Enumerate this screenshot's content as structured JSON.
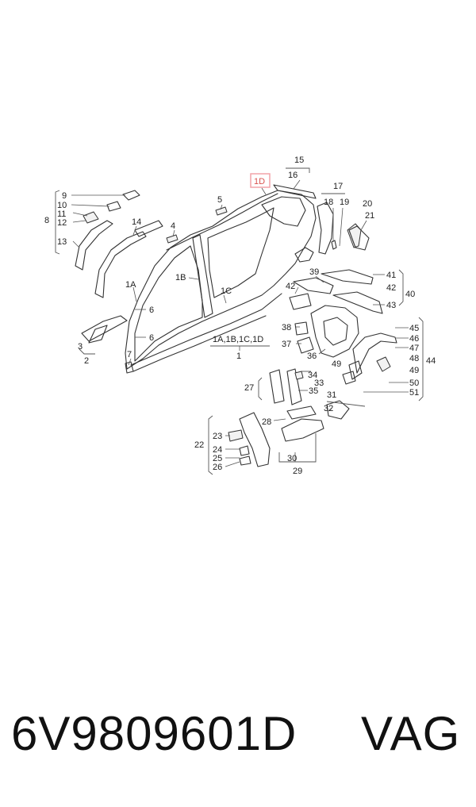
{
  "colors": {
    "highlight": "#f2a3a8",
    "ink": "#222222"
  },
  "callouts": [
    "15",
    "16",
    "1D",
    "17",
    "18",
    "19",
    "20",
    "21",
    "9",
    "10",
    "11",
    "12",
    "8",
    "13",
    "14",
    "4",
    "5",
    "1A",
    "1B",
    "1C",
    "6",
    "6",
    "3",
    "2",
    "7",
    "1A,1B,1C,1D",
    "1",
    "39",
    "41",
    "42",
    "40",
    "43",
    "42",
    "38",
    "37",
    "36",
    "45",
    "46",
    "47",
    "48",
    "44",
    "49",
    "49",
    "50",
    "51",
    "34",
    "33",
    "35",
    "27",
    "31",
    "32",
    "28",
    "23",
    "22",
    "24",
    "25",
    "26",
    "30",
    "29"
  ],
  "footer": {
    "part_number": "6V9809601D",
    "brand": "VAG"
  }
}
